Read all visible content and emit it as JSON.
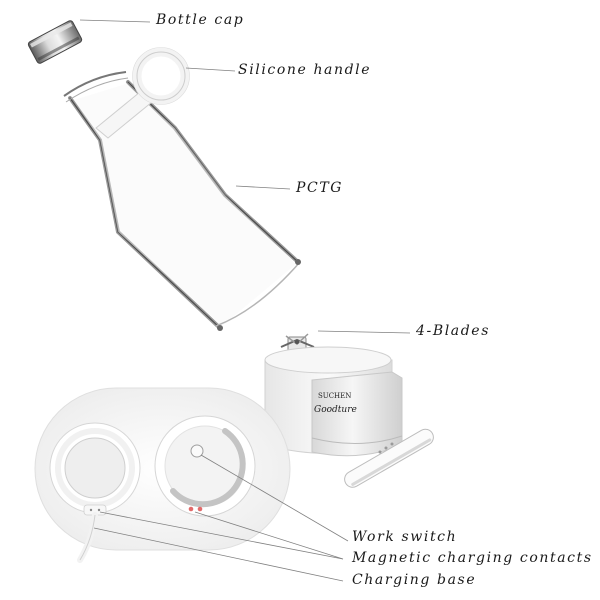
{
  "labels": {
    "bottle_cap": "Bottle cap",
    "silicone_handle": "Silicone handle",
    "pctg": "PCTG",
    "blades": "4-Blades",
    "work_switch": "Work switch",
    "magnetic_contacts": "Magnetic charging contacts",
    "charging_base": "Charging base"
  },
  "brand": {
    "line1": "SUCHEN",
    "line2": "Goodture"
  }
}
